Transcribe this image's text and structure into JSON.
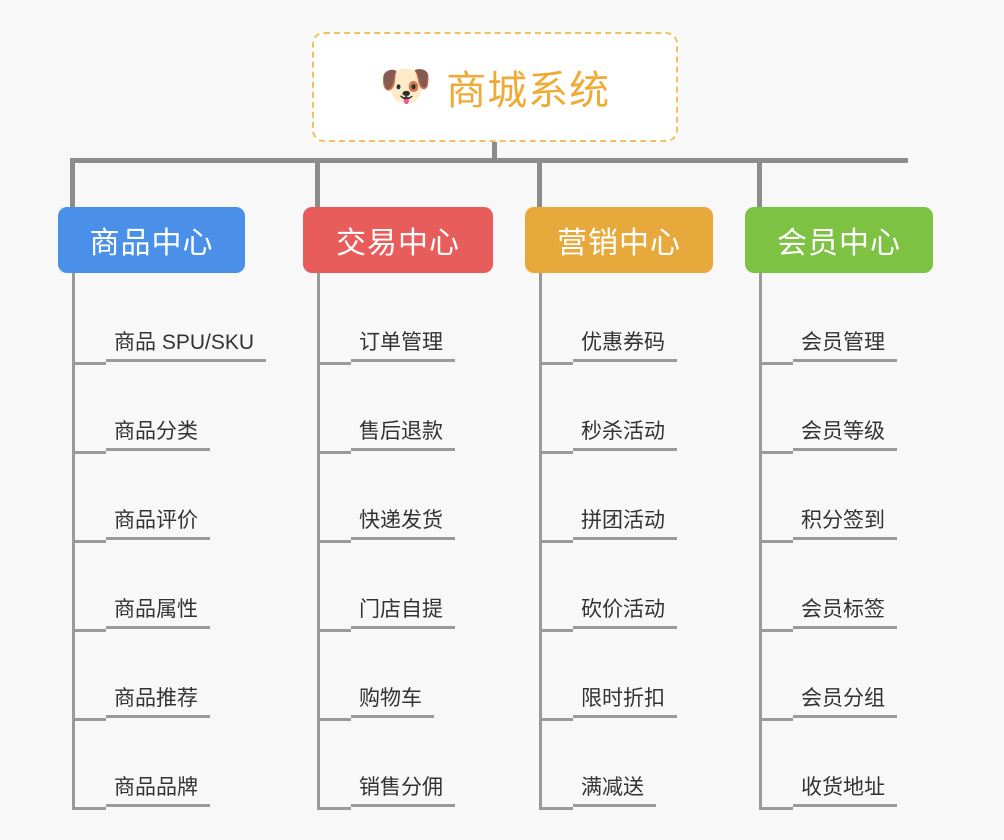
{
  "root": {
    "icon": "dog-face-emoji",
    "emoji": "🐶",
    "title": "商城系统",
    "border_color": "#f2c063",
    "text_color": "#f0ab36"
  },
  "canvas": {
    "background": "#f8f8f8",
    "line_color": "#8c8c8c"
  },
  "branches": [
    {
      "title": "商品中心",
      "color": "#4a90e8",
      "items": [
        "商品 SPU/SKU",
        "商品分类",
        "商品评价",
        "商品属性",
        "商品推荐",
        "商品品牌"
      ]
    },
    {
      "title": "交易中心",
      "color": "#e85c5c",
      "items": [
        "订单管理",
        "售后退款",
        "快递发货",
        "门店自提",
        "购物车",
        "销售分佣"
      ]
    },
    {
      "title": "营销中心",
      "color": "#e8a93c",
      "items": [
        "优惠券码",
        "秒杀活动",
        "拼团活动",
        "砍价活动",
        "限时折扣",
        "满减送"
      ]
    },
    {
      "title": "会员中心",
      "color": "#7dc242",
      "items": [
        "会员管理",
        "会员等级",
        "积分签到",
        "会员标签",
        "会员分组",
        "收货地址"
      ]
    }
  ],
  "layout": {
    "branch_lefts": [
      58,
      303,
      525,
      745
    ],
    "branch_widths": [
      187,
      190,
      188,
      188
    ]
  }
}
